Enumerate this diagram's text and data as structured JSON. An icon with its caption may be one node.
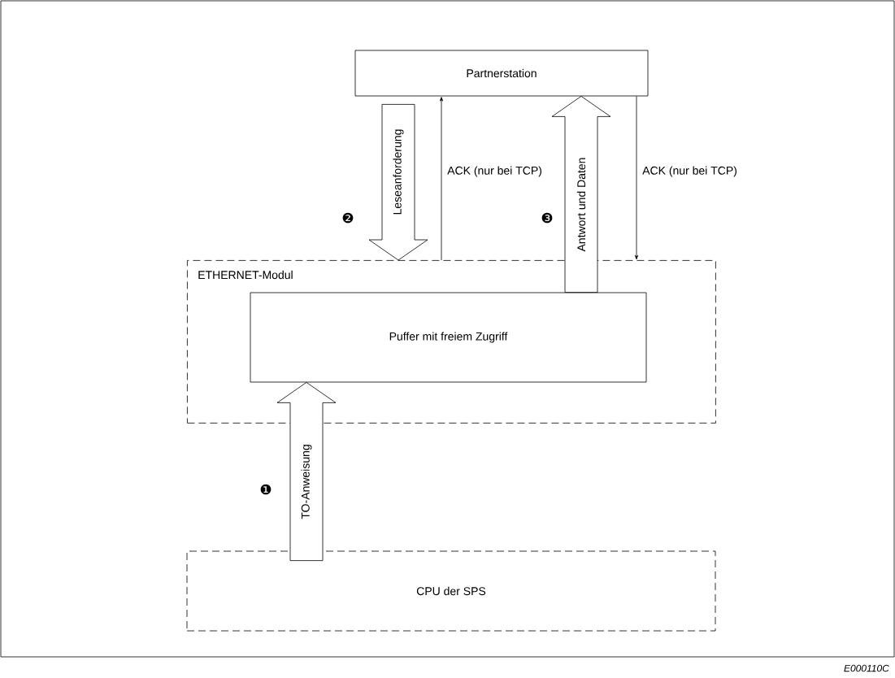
{
  "diagram": {
    "nodes": [
      {
        "text": [
          "Partnerstation"
        ]
      },
      {
        "text": [
          "ETHERNET-Modul"
        ]
      },
      {
        "text": [
          "Puffer mit freiem Zugriff"
        ],
        "in": 1
      },
      {
        "text": [
          "CPU der SPS"
        ]
      }
    ],
    "edges": [
      {
        "from": 0,
        "to": 1,
        "arrow": "to",
        "label": "Leseanforderung",
        "style": "thick"
      },
      {
        "from": 1,
        "to": 0,
        "arrow": "to",
        "label": "ACK (nur bei TCP)"
      },
      {
        "from": 2,
        "to": 0,
        "arrow": "to",
        "label": "Antwort und Daten",
        "style": "thick"
      },
      {
        "from": 0,
        "to": 1,
        "arrow": "to",
        "label": "ACK (nur bei TCP)"
      },
      {
        "from": 3,
        "to": 2,
        "arrow": "to",
        "label": "TO-Anweisung",
        "style": "thick"
      }
    ],
    "labels": [
      "❷",
      "❸",
      "❶",
      "E000110C"
    ]
  }
}
